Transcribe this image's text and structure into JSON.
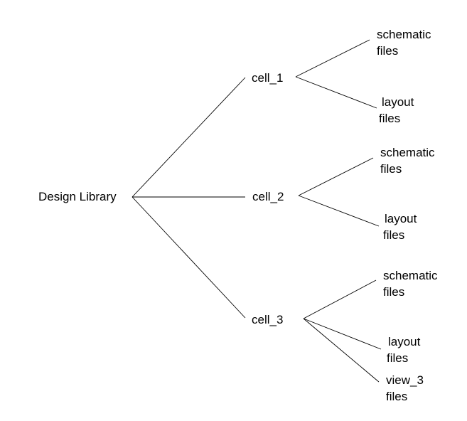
{
  "root": {
    "label": "Design Library"
  },
  "cells": [
    {
      "label": "cell_1",
      "views": [
        {
          "line1": "schematic",
          "line2": "files"
        },
        {
          "line1": "layout",
          "line2": "files"
        }
      ]
    },
    {
      "label": "cell_2",
      "views": [
        {
          "line1": "schematic",
          "line2": "files"
        },
        {
          "line1": "layout",
          "line2": "files"
        }
      ]
    },
    {
      "label": "cell_3",
      "views": [
        {
          "line1": "schematic",
          "line2": "files"
        },
        {
          "line1": "layout",
          "line2": "files"
        },
        {
          "line1": "view_3",
          "line2": "files"
        }
      ]
    }
  ],
  "colors": {
    "line": "#000000",
    "text": "#000000",
    "background": "#ffffff"
  }
}
